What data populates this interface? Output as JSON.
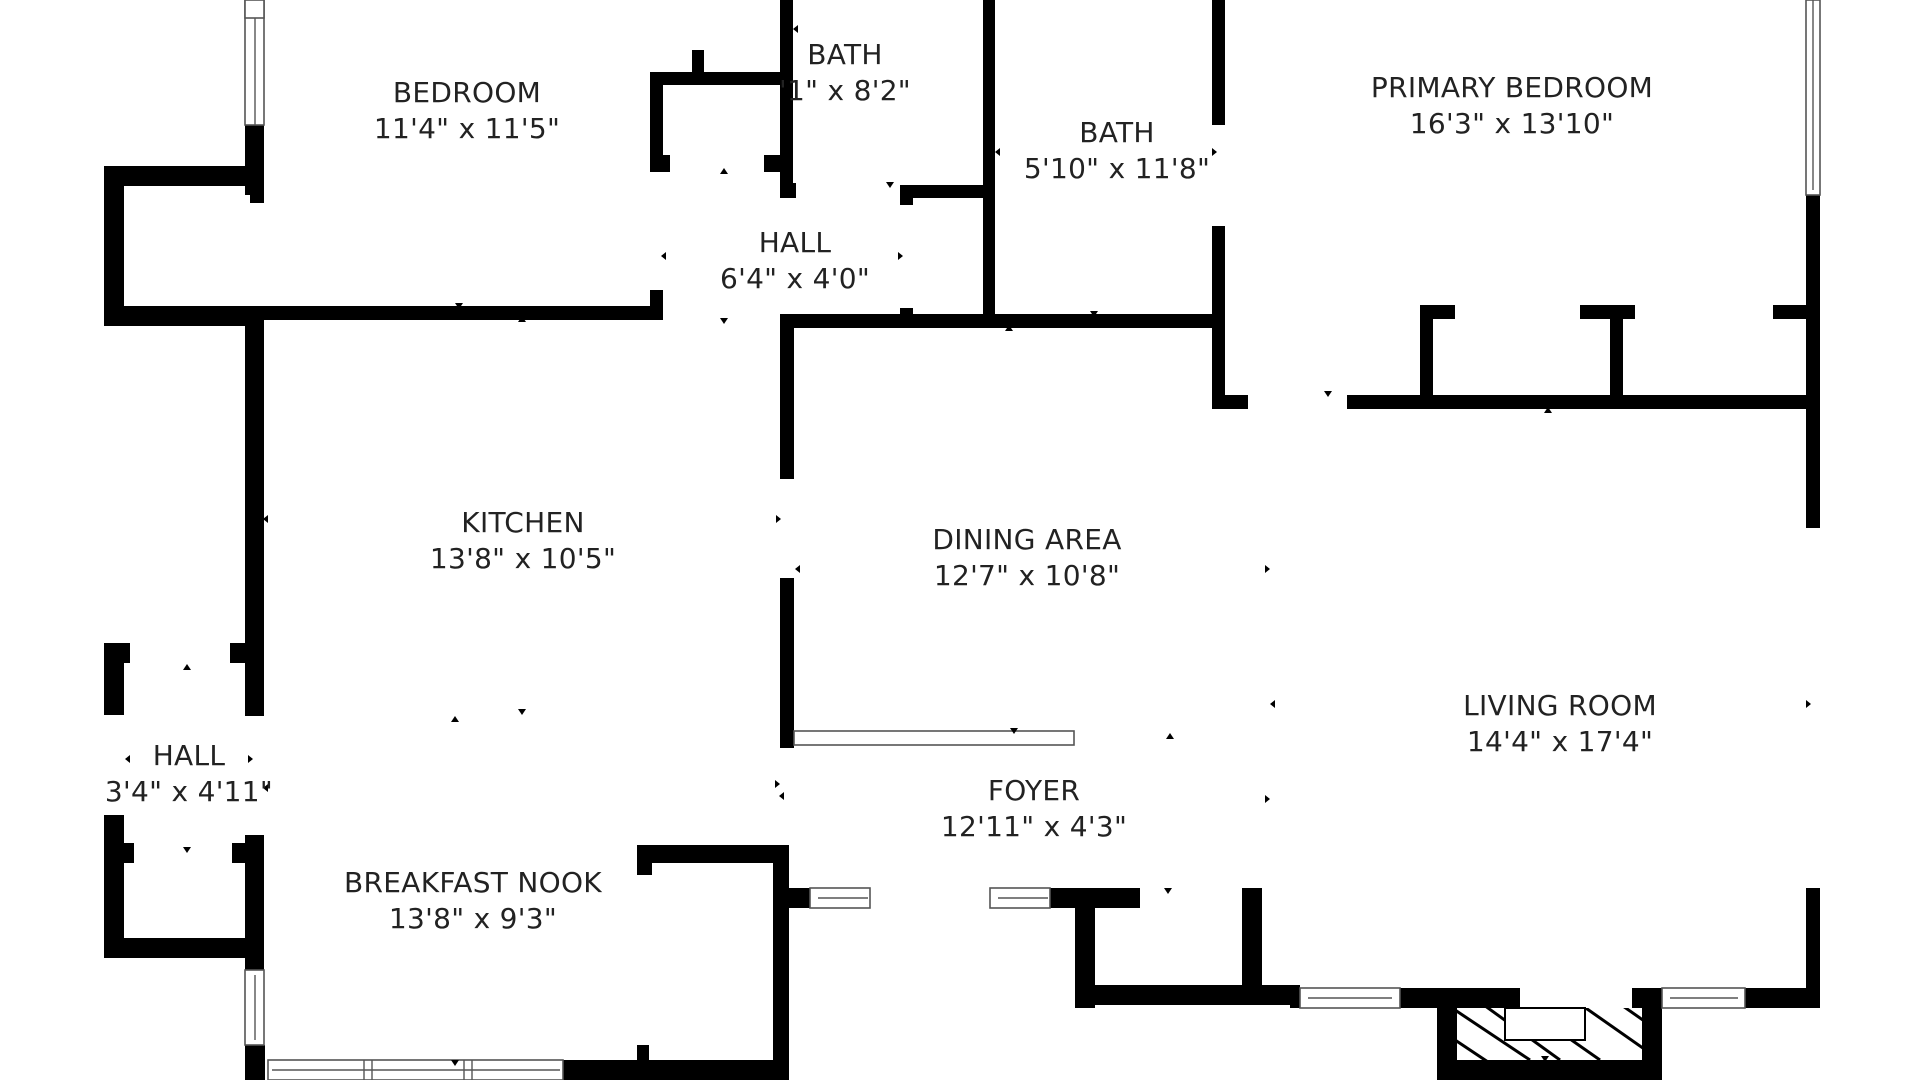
{
  "floorplan": {
    "wall_color": "#000000",
    "background": "#ffffff",
    "text_color": "#222222",
    "rooms": [
      {
        "id": "bedroom",
        "name": "BEDROOM",
        "dims": "11'4\" x 11'5\""
      },
      {
        "id": "bath-1",
        "name": "BATH",
        "dims": "'1\" x 8'2\""
      },
      {
        "id": "bath-2",
        "name": "BATH",
        "dims": "5'10\" x 11'8\""
      },
      {
        "id": "primary-bedroom",
        "name": "PRIMARY BEDROOM",
        "dims": "16'3\" x 13'10\""
      },
      {
        "id": "hall-upper",
        "name": "HALL",
        "dims": "6'4\" x 4'0\""
      },
      {
        "id": "kitchen",
        "name": "KITCHEN",
        "dims": "13'8\" x 10'5\""
      },
      {
        "id": "dining-area",
        "name": "DINING AREA",
        "dims": "12'7\" x 10'8\""
      },
      {
        "id": "living-room",
        "name": "LIVING ROOM",
        "dims": "14'4\" x 17'4\""
      },
      {
        "id": "hall-lower",
        "name": "HALL",
        "dims": "3'4\" x 4'11\""
      },
      {
        "id": "foyer",
        "name": "FOYER",
        "dims": "12'11\" x 4'3\""
      },
      {
        "id": "breakfast-nook",
        "name": "BREAKFAST NOOK",
        "dims": "13'8\" x 9'3\""
      }
    ],
    "features": {
      "fireplace": "fireplace-hatched"
    }
  }
}
